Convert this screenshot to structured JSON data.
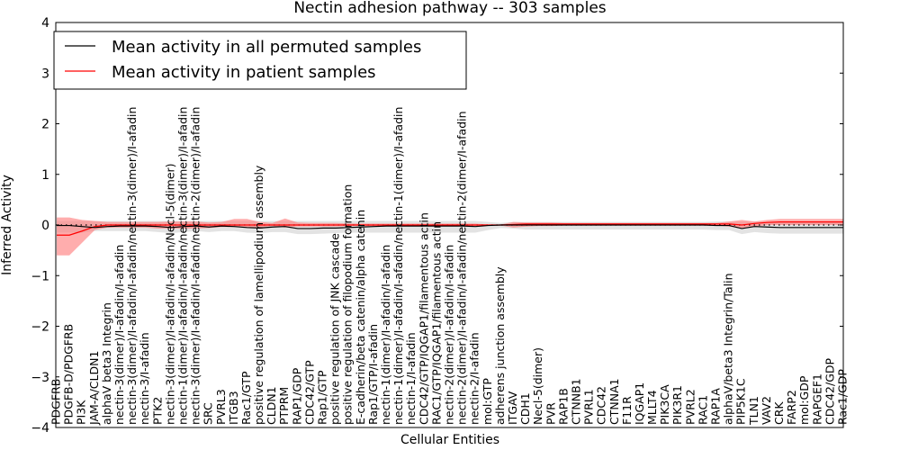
{
  "chart_data": {
    "type": "line",
    "title": "Nectin adhesion pathway -- 303 samples",
    "xlabel": "Cellular Entities",
    "ylabel": "Inferred Activity",
    "ylim": [
      -4,
      4
    ],
    "yticks": [
      "4",
      "3",
      "2",
      "1",
      "0",
      "−1",
      "−2",
      "−3",
      "−4"
    ],
    "grid": false,
    "legend_position": "top-left",
    "categories": [
      "PDGFRB",
      "PDGFB-D/PDGFRB",
      "PI3K",
      "JAM-A/CLDN1",
      "alphaV beta3 Integrin",
      "nectin-3(dimer)/I-afadin/I-afadin",
      "nectin-3(dimer)/I-afadin/I-afadin/nectin-3(dimer)/I-afadin",
      "nectin-3/I-afadin",
      "PTK2",
      "nectin-3(dimer)/I-afadin/I-afadin/Necl-5(dimer)",
      "nectin-1(dimer)/I-afadin/I-afadin/nectin-3(dimer)/I-afadin",
      "nectin-3(dimer)/I-afadin/I-afadin/nectin-2(dimer)/I-afadin",
      "SRC",
      "PVRL3",
      "ITGB3",
      "Rac1/GTP",
      "positive regulation of lamellipodium assembly",
      "CLDN1",
      "PTPRM",
      "RAP1/GDP",
      "CDC42/GTP",
      "Rap1/GTP",
      "positive regulation of JNK cascade",
      "positive regulation of filopodium formation",
      "E-cadherin/beta catenin/alpha catenin",
      "Rap1/GTP/I-afadin",
      "nectin-1(dimer)/I-afadin/I-afadin",
      "nectin-1(dimer)/I-afadin/I-afadin/nectin-1(dimer)/I-afadin",
      "nectin-1/I-afadin",
      "CDC42/GTP/IQGAP1/filamentous actin",
      "RAC1/GTP/IQGAP1/filamentous actin",
      "nectin-2(dimer)/I-afadin/I-afadin",
      "nectin-2(dimer)/I-afadin/I-afadin/nectin-2(dimer/I-afadin",
      "nectin-2/I-afadin",
      "mol:GTP",
      "adherens junction assembly",
      "ITGAV",
      "CDH1",
      "Necl-5(dimer)",
      "PVR",
      "RAP1B",
      "CTNNB1",
      "PVRL1",
      "CDC42",
      "CTNNA1",
      "F11R",
      "IQGAP1",
      "MLLT4",
      "PIK3CA",
      "PIK3R1",
      "PVRL2",
      "RAC1",
      "RAP1A",
      "alphaV/beta3 Integrin/Talin",
      "PIP5K1C",
      "TLN1",
      "VAV2",
      "CRK",
      "FARP2",
      "mol:GDP",
      "RAPGEF1",
      "CDC42/GDP",
      "Rac1/GDP"
    ],
    "series": [
      {
        "name": "Mean activity in all permuted samples",
        "color": "#000000",
        "values": [
          -0.01,
          -0.01,
          -0.03,
          -0.05,
          -0.03,
          -0.02,
          -0.02,
          -0.02,
          -0.03,
          -0.05,
          -0.03,
          -0.02,
          -0.04,
          -0.02,
          -0.03,
          -0.05,
          -0.06,
          -0.04,
          -0.03,
          -0.07,
          -0.07,
          -0.06,
          -0.06,
          -0.05,
          -0.04,
          -0.03,
          -0.02,
          -0.02,
          -0.02,
          -0.02,
          -0.02,
          -0.02,
          -0.02,
          -0.03,
          -0.01,
          0,
          0,
          0,
          0,
          0,
          0,
          0,
          0,
          0,
          0,
          0,
          0,
          0,
          0,
          0,
          0,
          0,
          -0.01,
          -0.01,
          -0.07,
          -0.03,
          -0.04,
          -0.05,
          -0.05,
          -0.05,
          -0.05,
          -0.05,
          -0.05
        ],
        "band_low": [
          -0.15,
          -0.15,
          -0.15,
          -0.12,
          -0.12,
          -0.12,
          -0.12,
          -0.12,
          -0.14,
          -0.16,
          -0.14,
          -0.12,
          -0.14,
          -0.12,
          -0.12,
          -0.15,
          -0.16,
          -0.14,
          -0.14,
          -0.18,
          -0.18,
          -0.17,
          -0.16,
          -0.15,
          -0.15,
          -0.15,
          -0.15,
          -0.15,
          -0.15,
          -0.15,
          -0.15,
          -0.15,
          -0.15,
          -0.15,
          -0.1,
          -0.06,
          -0.07,
          -0.09,
          -0.09,
          -0.09,
          -0.09,
          -0.09,
          -0.09,
          -0.09,
          -0.09,
          -0.09,
          -0.09,
          -0.09,
          -0.09,
          -0.09,
          -0.09,
          -0.09,
          -0.1,
          -0.1,
          -0.18,
          -0.14,
          -0.16,
          -0.17,
          -0.17,
          -0.17,
          -0.17,
          -0.17,
          -0.17
        ],
        "band_high": [
          0.08,
          0.08,
          0.08,
          0.08,
          0.08,
          0.08,
          0.08,
          0.08,
          0.08,
          0.08,
          0.08,
          0.08,
          0.08,
          0.08,
          0.08,
          0.08,
          0.08,
          0.08,
          0.08,
          0.08,
          0.08,
          0.08,
          0.08,
          0.08,
          0.08,
          0.08,
          0.08,
          0.08,
          0.08,
          0.08,
          0.08,
          0.08,
          0.08,
          0.08,
          0.06,
          0.04,
          0.06,
          0.06,
          0.06,
          0.06,
          0.06,
          0.06,
          0.06,
          0.06,
          0.06,
          0.06,
          0.06,
          0.06,
          0.06,
          0.06,
          0.06,
          0.06,
          0.07,
          0.07,
          0.07,
          0.07,
          0.07,
          0.07,
          0.07,
          0.07,
          0.07,
          0.07,
          0.07
        ]
      },
      {
        "name": "Mean activity in patient samples",
        "color": "#ff0000",
        "values": [
          -0.2,
          -0.2,
          -0.12,
          -0.03,
          0,
          0,
          0,
          0,
          0,
          0,
          0,
          0,
          0,
          0,
          0,
          0,
          0,
          0,
          0,
          0,
          0,
          0,
          0,
          0,
          0,
          0,
          0,
          0,
          0,
          0,
          0,
          0,
          0,
          0,
          0,
          0,
          0.01,
          0.02,
          0.02,
          0.02,
          0.02,
          0.02,
          0.02,
          0.02,
          0.02,
          0.02,
          0.02,
          0.02,
          0.02,
          0.02,
          0.02,
          0.02,
          0.02,
          0.02,
          0,
          0.03,
          0.05,
          0.06,
          0.06,
          0.06,
          0.06,
          0.06,
          0.06
        ],
        "band_low": [
          -0.6,
          -0.6,
          -0.35,
          -0.1,
          -0.05,
          -0.05,
          -0.05,
          -0.05,
          -0.07,
          -0.07,
          -0.07,
          -0.07,
          -0.06,
          -0.04,
          -0.04,
          -0.05,
          -0.05,
          -0.02,
          -0.05,
          -0.03,
          -0.03,
          -0.03,
          -0.03,
          -0.02,
          -0.02,
          -0.02,
          -0.02,
          -0.02,
          -0.02,
          -0.02,
          -0.02,
          -0.02,
          -0.02,
          -0.02,
          -0.01,
          -0.01,
          -0.05,
          -0.03,
          -0.02,
          -0.02,
          -0.01,
          -0.01,
          -0.01,
          -0.01,
          -0.01,
          -0.01,
          -0.01,
          -0.01,
          -0.01,
          -0.01,
          -0.01,
          -0.01,
          -0.01,
          -0.03,
          -0.06,
          -0.03,
          0,
          0,
          0,
          0,
          0,
          0,
          0
        ],
        "band_high": [
          0.15,
          0.15,
          0.1,
          0.08,
          0.06,
          0.06,
          0.06,
          0.06,
          0.06,
          0.07,
          0.07,
          0.07,
          0.05,
          0.06,
          0.12,
          0.12,
          0.06,
          0.04,
          0.13,
          0.05,
          0.04,
          0.04,
          0.04,
          0.03,
          0.03,
          0.03,
          0.03,
          0.03,
          0.03,
          0.03,
          0.03,
          0.03,
          0.03,
          0.03,
          0.01,
          0.01,
          0.06,
          0.05,
          0.05,
          0.05,
          0.04,
          0.04,
          0.04,
          0.04,
          0.04,
          0.04,
          0.04,
          0.04,
          0.04,
          0.04,
          0.04,
          0.04,
          0.04,
          0.07,
          0.1,
          0.07,
          0.1,
          0.12,
          0.12,
          0.12,
          0.12,
          0.12,
          0.12
        ]
      }
    ]
  }
}
